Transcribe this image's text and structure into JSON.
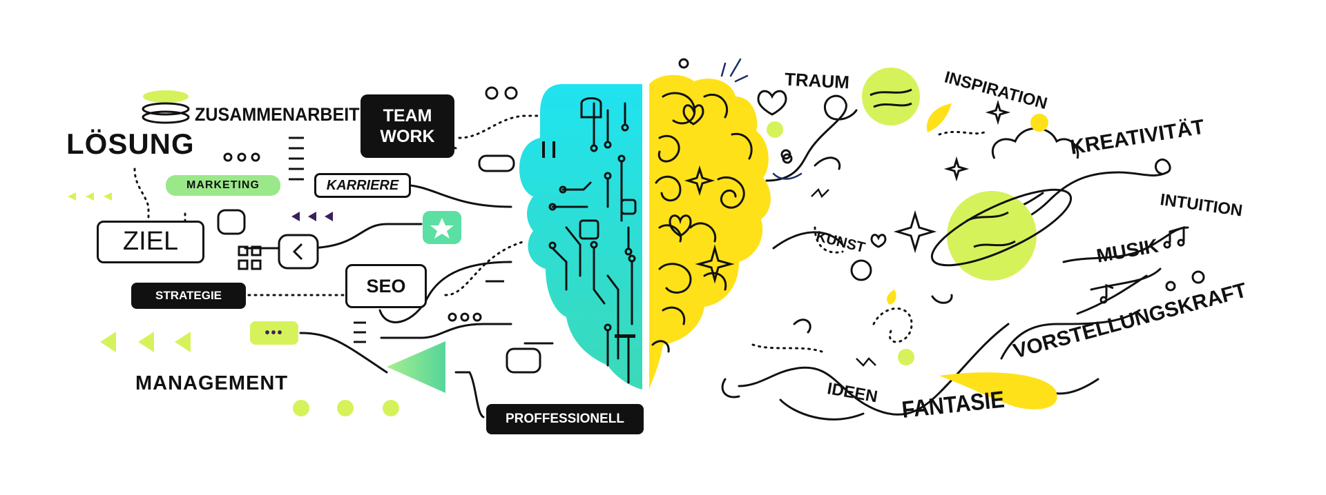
{
  "colors": {
    "ink": "#111111",
    "cyan": "#1fe4f1",
    "yellow": "#ffe11a",
    "lime": "#d6f25a",
    "green": "#8fe77a",
    "purple": "#3b1f5a"
  },
  "left_labels": {
    "loesung": "LÖSUNG",
    "zusammenarbeit": "ZUSAMMENARBEIT",
    "team_work_line1": "TEAM",
    "team_work_line2": "WORK",
    "marketing": "MARKETING",
    "karriere": "KARRIERE",
    "ziel": "ZIEL",
    "strategie": "STRATEGIE",
    "seo": "SEO",
    "management": "MANAGEMENT",
    "proffessionell": "PROFFESSIONELL"
  },
  "right_labels": {
    "traum": "TRAUM",
    "inspiration": "INSPIRATION",
    "kreativitaet": "KREATIVITÄT",
    "intuition": "INTUITION",
    "kunst": "KUNST",
    "musik": "MUSIK",
    "vorstellungskraft": "VORSTELLUNGSKRAFT",
    "ideen": "IDEEN",
    "fantasie": "FANTASIE"
  },
  "icons": [
    "star-icon",
    "back-arrow-icon",
    "grid-icon",
    "heart-icon",
    "music-note-icon",
    "sparkle-icon",
    "planet-icon",
    "cloud-icon",
    "stack-icon",
    "play-triangle-icon",
    "circuit-brain-icon",
    "creative-brain-icon"
  ]
}
